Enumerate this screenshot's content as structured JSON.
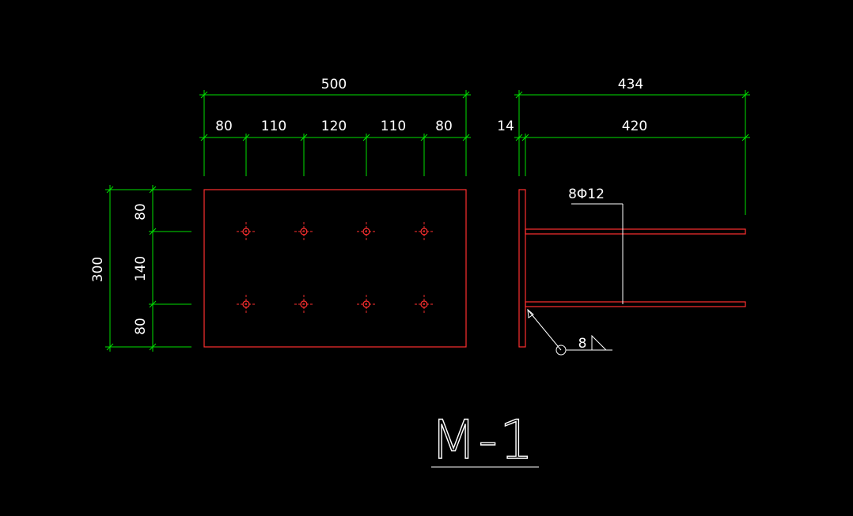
{
  "drawing": {
    "title": "M-1",
    "plan": {
      "overall_width": "500",
      "width_segments": [
        "80",
        "110",
        "120",
        "110",
        "80"
      ],
      "overall_height": "300",
      "height_segments": [
        "80",
        "140",
        "80"
      ]
    },
    "side": {
      "overall_length": "434",
      "plate_thickness": "14",
      "anchor_length": "420",
      "rebar_callout": "8Φ12",
      "weld_size": "8"
    },
    "colors": {
      "background": "#000000",
      "dimension": "#00e000",
      "outline": "#ff3030",
      "text": "#ffffff"
    }
  }
}
